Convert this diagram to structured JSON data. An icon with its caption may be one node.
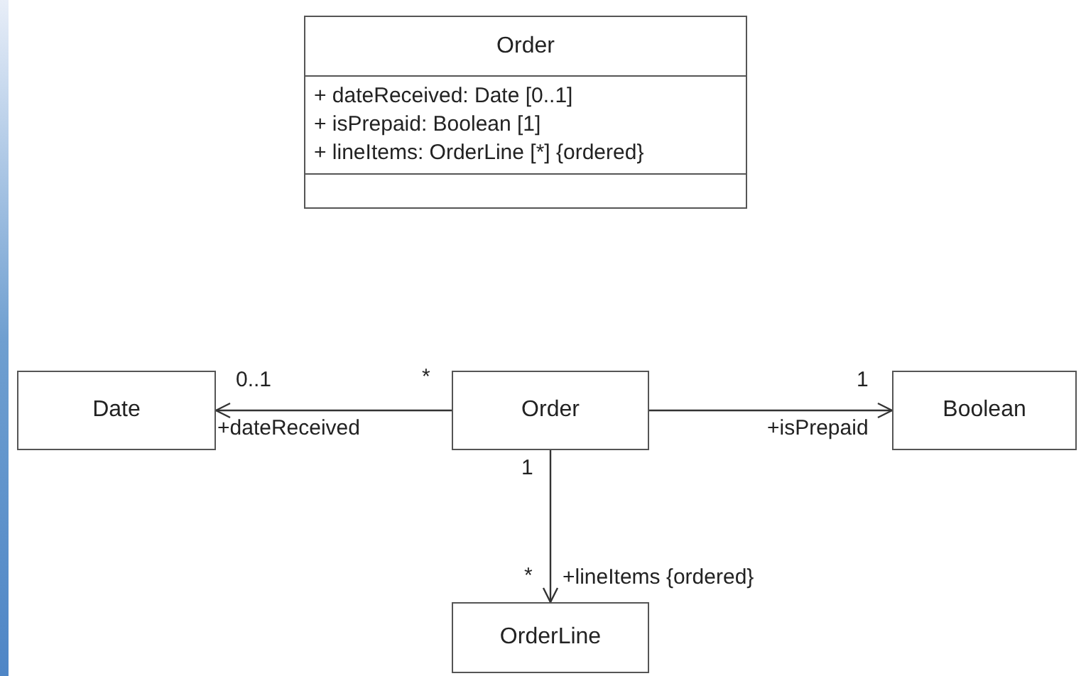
{
  "diagram": {
    "nodes": [
      {
        "text": [
          "Order",
          "+ dateReceived: Date [0..1]",
          "+ isPrepaid: Boolean [1]",
          "+ lineItems: OrderLine [*] {ordered}"
        ]
      },
      {
        "text": [
          "Date"
        ]
      },
      {
        "text": [
          "Order"
        ]
      },
      {
        "text": [
          "Boolean"
        ]
      },
      {
        "text": [
          "OrderLine"
        ]
      }
    ],
    "edges": [
      {
        "from": 2,
        "to": 1,
        "arrow": "to",
        "label": "+dateReceived"
      },
      {
        "from": 2,
        "to": 3,
        "arrow": "to",
        "label": "+isPrepaid"
      },
      {
        "from": 2,
        "to": 4,
        "arrow": "to",
        "label": "+lineItems {ordered}"
      }
    ],
    "labels": [
      "0..1",
      "*",
      "1",
      "1",
      "*"
    ]
  }
}
